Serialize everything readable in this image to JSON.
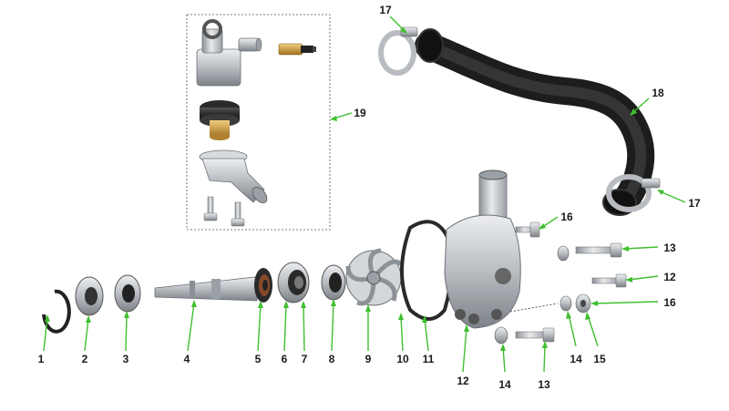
{
  "callouts": {
    "c1": "1",
    "c2": "2",
    "c3": "3",
    "c4": "4",
    "c5": "5",
    "c6": "6",
    "c7": "7",
    "c8": "8",
    "c9": "9",
    "c10": "10",
    "c11": "11",
    "c12a": "12",
    "c12b": "12",
    "c13a": "13",
    "c13b": "13",
    "c14a": "14",
    "c14b": "14",
    "c15": "15",
    "c16a": "16",
    "c16b": "16",
    "c17a": "17",
    "c17b": "17",
    "c18": "18",
    "c19": "19"
  },
  "colors": {
    "leader": "#3fbf2f",
    "metal": "#c9ccd0",
    "rubber": "#2a2a2a",
    "seal": "#8a4a2a",
    "brass": "#c9a040"
  }
}
